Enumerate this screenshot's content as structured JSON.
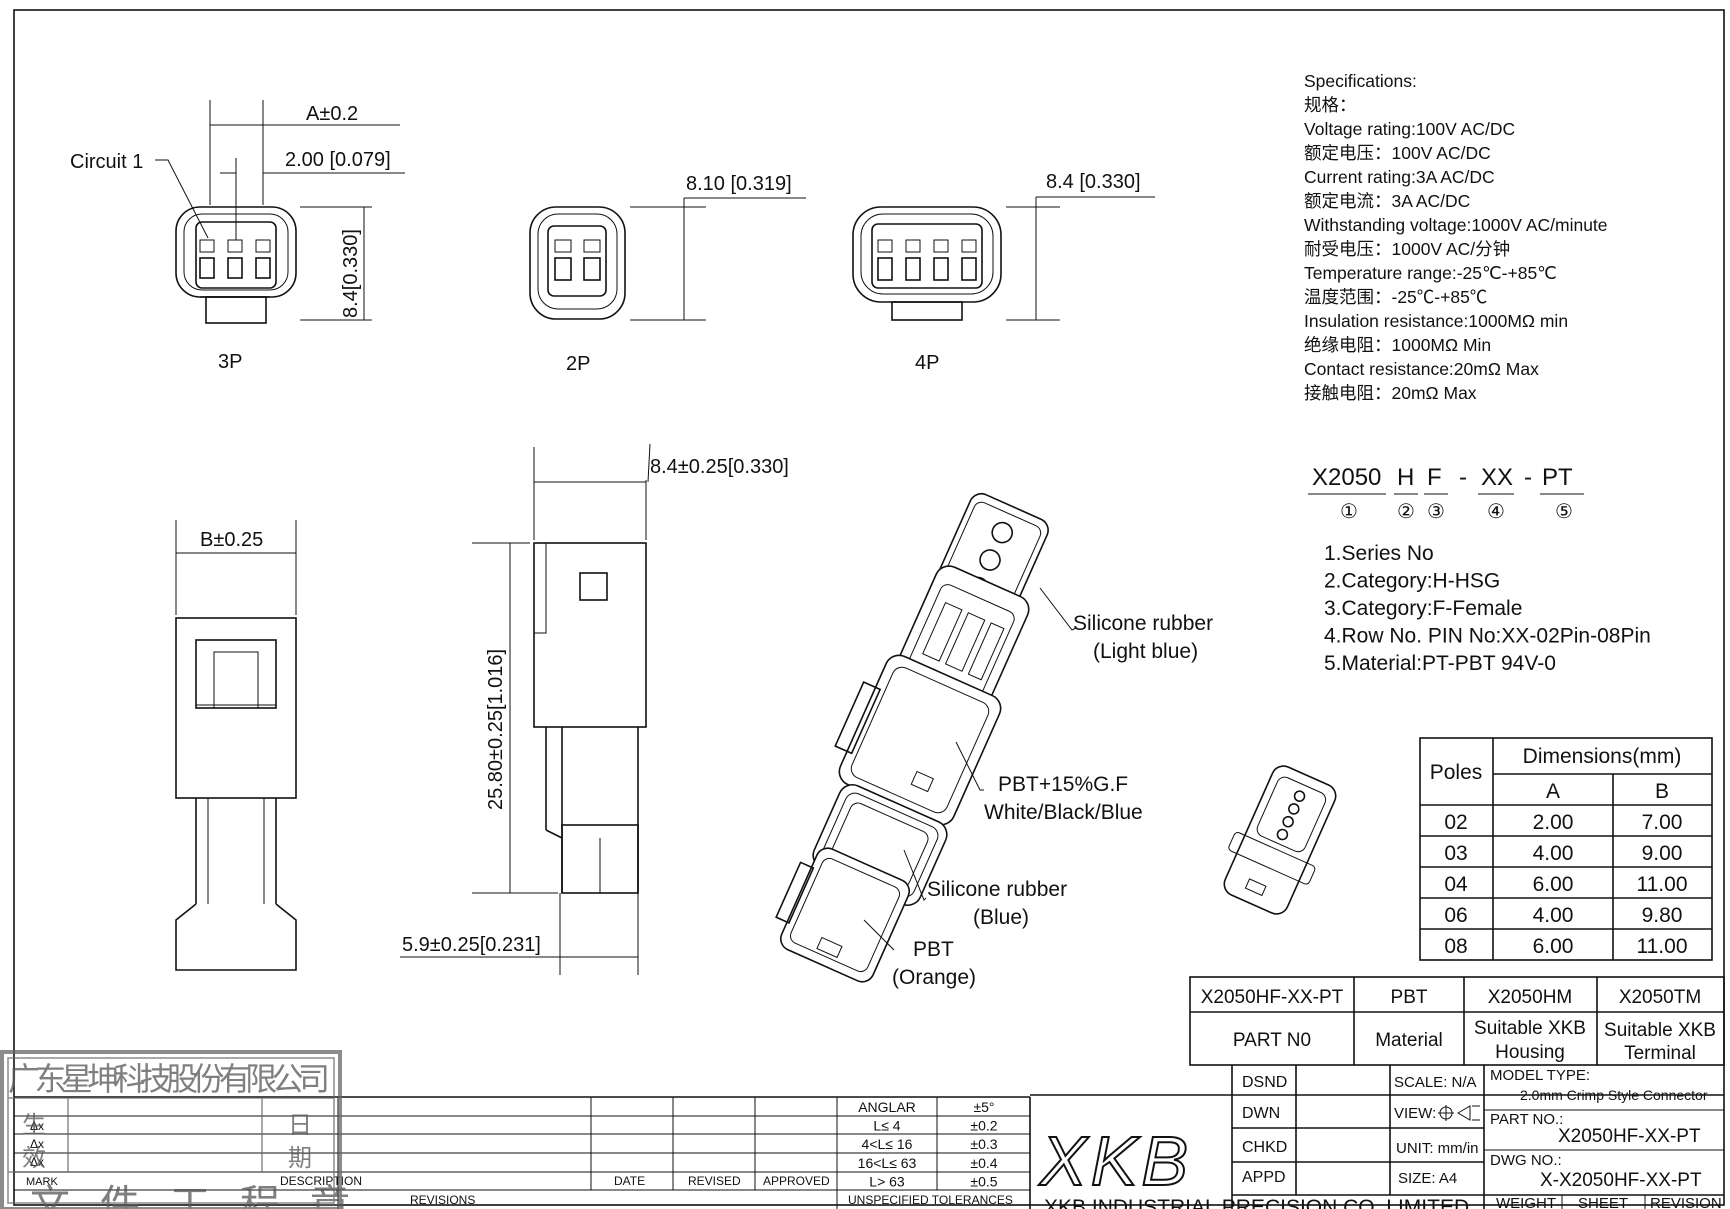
{
  "views": {
    "label_3p": "3P",
    "label_2p": "2P",
    "label_4p": "4P",
    "circuit": "Circuit 1",
    "dim_a": "A±0.2",
    "dim_pitch": "2.00 [0.079]",
    "dim_h3": "8.4[0.330]",
    "dim_h2": "8.10 [0.319]",
    "dim_h4": "8.4 [0.330]",
    "dim_b": "B±0.25",
    "dim_side_w": "8.4±0.25[0.330]",
    "dim_len": "25.80±0.25[1.016]",
    "dim_tail": "5.9±0.25[0.231]"
  },
  "callouts": {
    "sr_light_1": "Silicone rubber",
    "sr_light_2": "(Light blue)",
    "pbt_gf_1": "PBT+15%G.F",
    "pbt_gf_2": "White/Black/Blue",
    "sr_blue_1": "Silicone rubber",
    "sr_blue_2": "(Blue)",
    "pbt_1": "PBT",
    "pbt_2": "(Orange)"
  },
  "specs": [
    "Specifications:",
    "规格：",
    "Voltage rating:100V AC/DC",
    "额定电压：100V AC/DC",
    "Current rating:3A AC/DC",
    "额定电流：3A AC/DC",
    "Withstanding voltage:1000V AC/minute",
    "耐受电压：1000V AC/分钟",
    "Temperature range:-25℃-+85℃",
    "温度范围：-25℃-+85℃",
    "Insulation resistance:1000MΩ min",
    "绝缘电阻：1000MΩ Min",
    "Contact resistance:20mΩ Max",
    "接触电阻：20mΩ Max"
  ],
  "part_code": {
    "segments": [
      "X2050",
      "H",
      "F",
      "-",
      "XX",
      "-",
      "PT"
    ],
    "markers": [
      "①",
      "②",
      "③",
      "④",
      "⑤"
    ],
    "legend": [
      "1.Series No",
      "2.Category:H-HSG",
      "3.Category:F-Female",
      "4.Row No. PIN No:XX-02Pin-08Pin",
      "5.Material:PT-PBT  94V-0"
    ]
  },
  "dim_table": {
    "poles_header": "Poles",
    "dims_header": "Dimensions(mm)",
    "col_a": "A",
    "col_b": "B",
    "rows": [
      [
        "02",
        "2.00",
        "7.00"
      ],
      [
        "03",
        "4.00",
        "9.00"
      ],
      [
        "04",
        "6.00",
        "11.00"
      ],
      [
        "06",
        "4.00",
        "9.80"
      ],
      [
        "08",
        "6.00",
        "11.00"
      ]
    ]
  },
  "part_table": {
    "r1": [
      "X2050HF-XX-PT",
      "PBT",
      "X2050HM",
      "X2050TM"
    ],
    "r2": [
      "PART N0",
      "Material",
      "Suitable XKB",
      "Housing",
      "Suitable XKB",
      "Terminal"
    ]
  },
  "title_block": {
    "dsnd": "DSND",
    "dwn": "DWN",
    "chkd": "CHKD",
    "appd": "APPD",
    "scale": "SCALE: N/A",
    "view": "VIEW:",
    "unit": "UNIT: mm/in",
    "size": "SIZE: A4",
    "model_type_label": "MODEL TYPE:",
    "model_type": "2.0mm Crimp Style Connector",
    "part_no_label": "PART NO.:",
    "part_no": "X2050HF-XX-PT",
    "dwg_no_label": "DWG NO.:",
    "dwg_no": "X-X2050HF-XX-PT",
    "weight": "WEIGHT",
    "sheet": "SHEET",
    "revision": "REVISION",
    "logo": "XKB",
    "company": "XKB INDUSTRIAL PRECISION CO.,LIMITED"
  },
  "revisions": {
    "mark": "MARK",
    "description": "DESCRIPTION",
    "date": "DATE",
    "revised": "REVISED",
    "approved": "APPROVED",
    "revisions": "REVISIONS",
    "unspecified": "UNSPECIFIED TOLERANCES",
    "delta": "Δx"
  },
  "tolerances": [
    [
      "ANGLAR",
      "±5°"
    ],
    [
      "L≤  4",
      "±0.2"
    ],
    [
      "4<L≤  16",
      "±0.3"
    ],
    [
      "16<L≤  63",
      "±0.4"
    ],
    [
      "L>  63",
      "±0.5"
    ]
  ],
  "stamp": {
    "company": "广东星坤科技股份有限公司",
    "seal_1": "生",
    "seal_2": "效",
    "date_1": "日",
    "date_2": "期",
    "doc": "文件工程章"
  }
}
